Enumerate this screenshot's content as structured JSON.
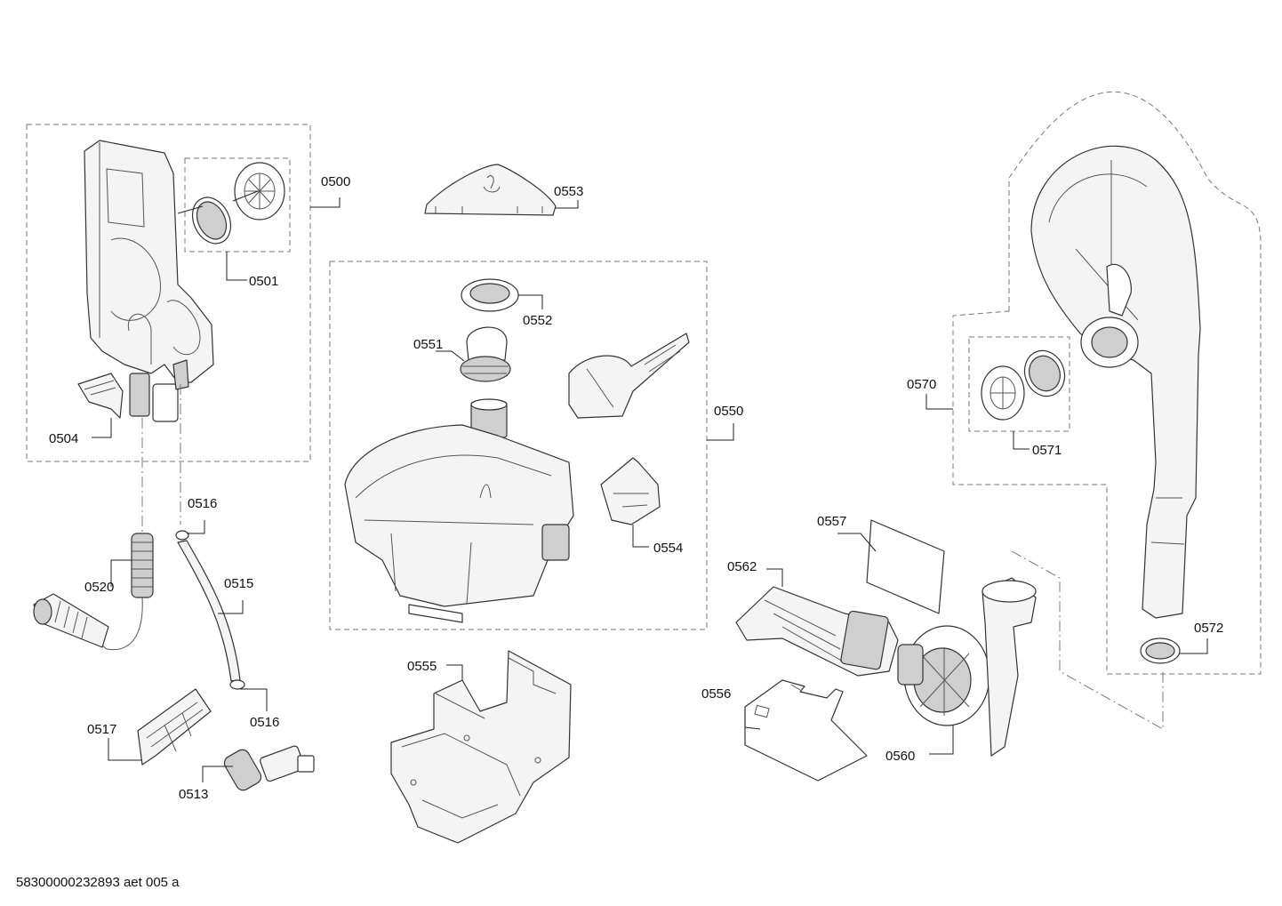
{
  "labels": {
    "p0500": "0500",
    "p0501": "0501",
    "p0504": "0504",
    "p0513": "0513",
    "p0515": "0515",
    "p0516a": "0516",
    "p0516b": "0516",
    "p0517": "0517",
    "p0520": "0520",
    "p0550": "0550",
    "p0551": "0551",
    "p0552": "0552",
    "p0553": "0553",
    "p0554": "0554",
    "p0555": "0555",
    "p0556": "0556",
    "p0557": "0557",
    "p0560": "0560",
    "p0562": "0562",
    "p0570": "0570",
    "p0571": "0571",
    "p0572": "0572"
  },
  "footer": {
    "code": "58300000232893 aet 005 a"
  }
}
